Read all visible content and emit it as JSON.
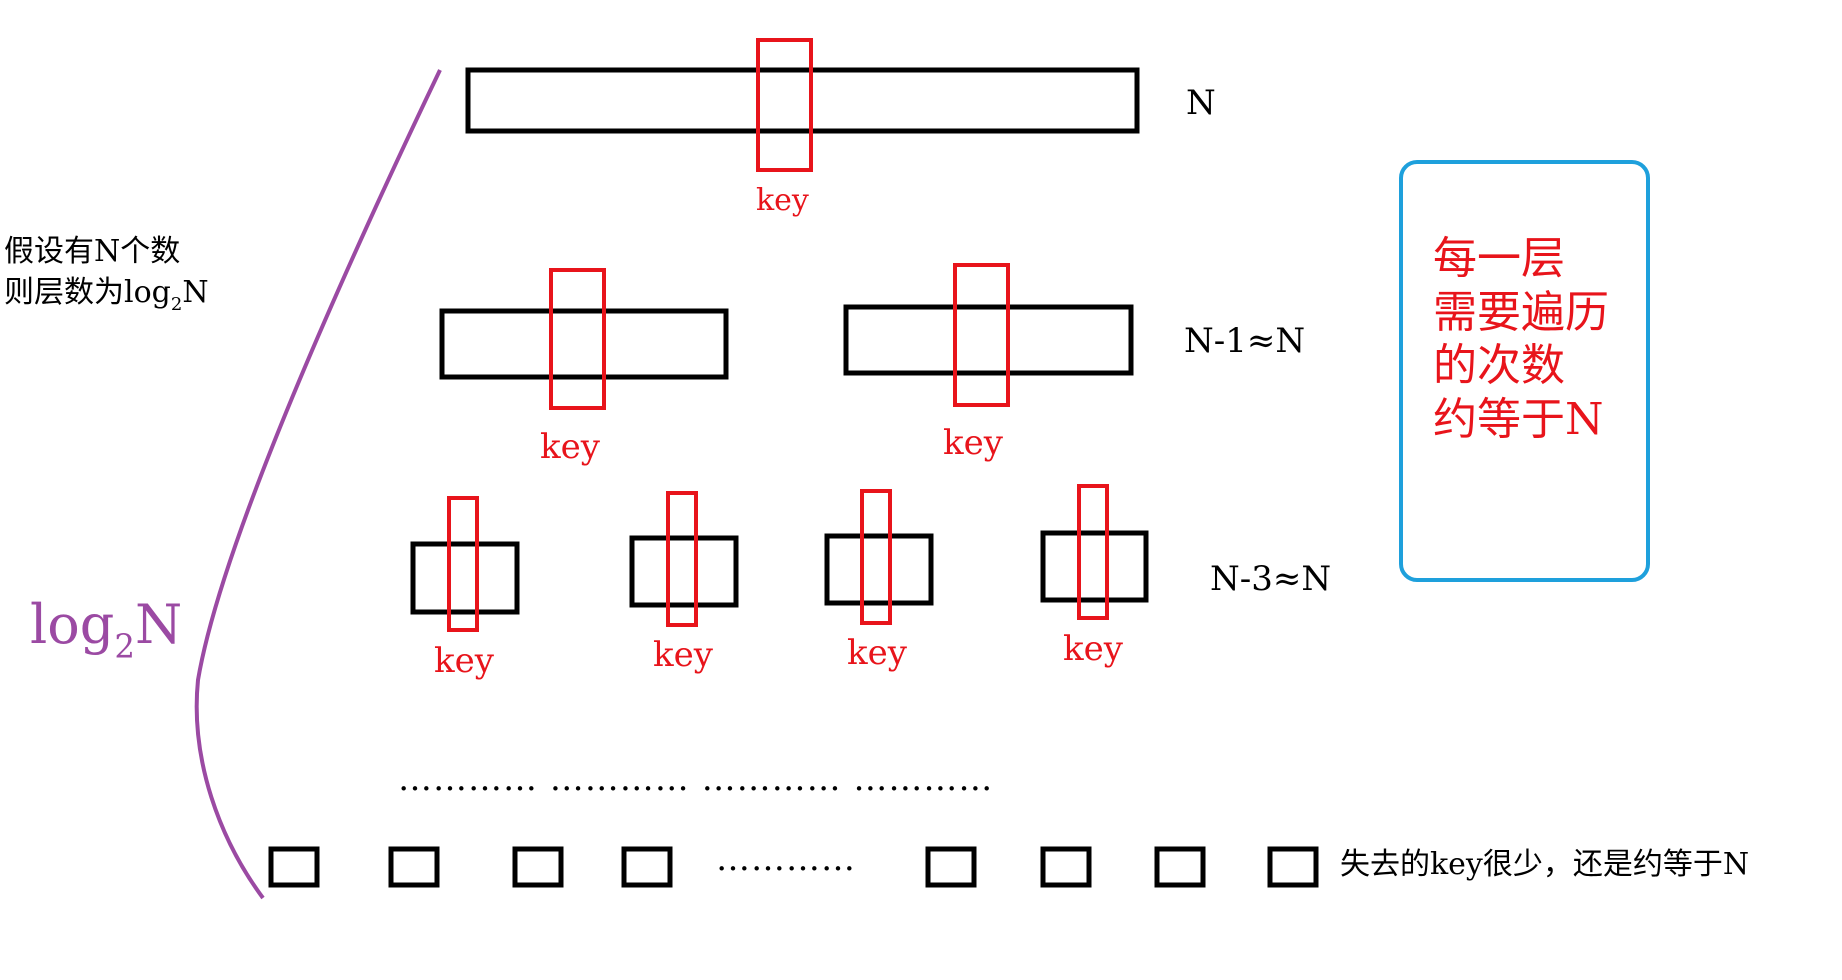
{
  "left_note": {
    "line1": "假设有N个数",
    "line2_prefix": "则层数为log",
    "line2_sub": "2",
    "line2_suffix": "N"
  },
  "curve_label": {
    "prefix": "log",
    "sub": "2",
    "suffix": "N"
  },
  "levels": [
    {
      "label": "N"
    },
    {
      "label": "N-1≈N"
    },
    {
      "label": "N-3≈N"
    }
  ],
  "key_label": "key",
  "ellipsis_row": "…………  …………  …………  …………",
  "bottom_ellipsis": "…………",
  "bottom_note": "失去的key很少，还是约等于N",
  "callout": {
    "lines": [
      "每一层",
      "需要遍历",
      "的次数",
      "约等于N"
    ]
  },
  "colors": {
    "outline": "#000000",
    "key": "#e8141b",
    "curve": "#9b4aa3",
    "callout_border": "#1ea0dc"
  }
}
